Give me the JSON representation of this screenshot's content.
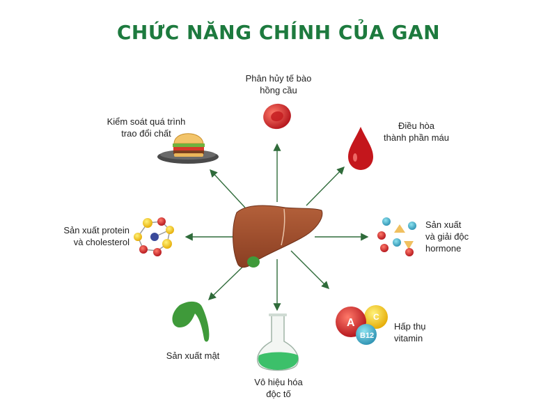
{
  "title": "CHỨC NĂNG CHÍNH CỦA GAN",
  "center_label": "",
  "functions": [
    {
      "id": "red-blood-cell",
      "lines": [
        "Phân hủy tế bào",
        "hồng cầu"
      ]
    },
    {
      "id": "blood-drop",
      "lines": [
        "Điều hòa",
        "thành phần máu"
      ]
    },
    {
      "id": "hormone",
      "lines": [
        "Sản xuất",
        "và giải độc",
        "hormone"
      ]
    },
    {
      "id": "vitamin",
      "lines": [
        "Hấp thụ",
        "vitamin"
      ]
    },
    {
      "id": "flask",
      "lines": [
        "Vô hiệu hóa",
        "độc tố"
      ]
    },
    {
      "id": "gallbladder",
      "lines": [
        "Sản xuất mật"
      ]
    },
    {
      "id": "molecule",
      "lines": [
        "Sản xuất protein",
        "và cholesterol"
      ]
    },
    {
      "id": "burger",
      "lines": [
        "Kiểm soát quá trình",
        "trao đổi chất"
      ]
    }
  ],
  "vitamin_letters": [
    "A",
    "C",
    "B12"
  ],
  "colors": {
    "title": "#1d7a3e",
    "arrow": "#2f6b3a",
    "liver": "#9a4a2c",
    "gallbladder": "#3f9a3a",
    "blood": "#c4161c",
    "flask_liquid": "#3cc06a"
  },
  "icons": [
    "red-blood-cell-icon",
    "blood-drop-icon",
    "hormone-particles-icon",
    "vitamin-balls-icon",
    "flask-icon",
    "gallbladder-icon",
    "molecule-icon",
    "burger-icon",
    "liver-icon"
  ]
}
